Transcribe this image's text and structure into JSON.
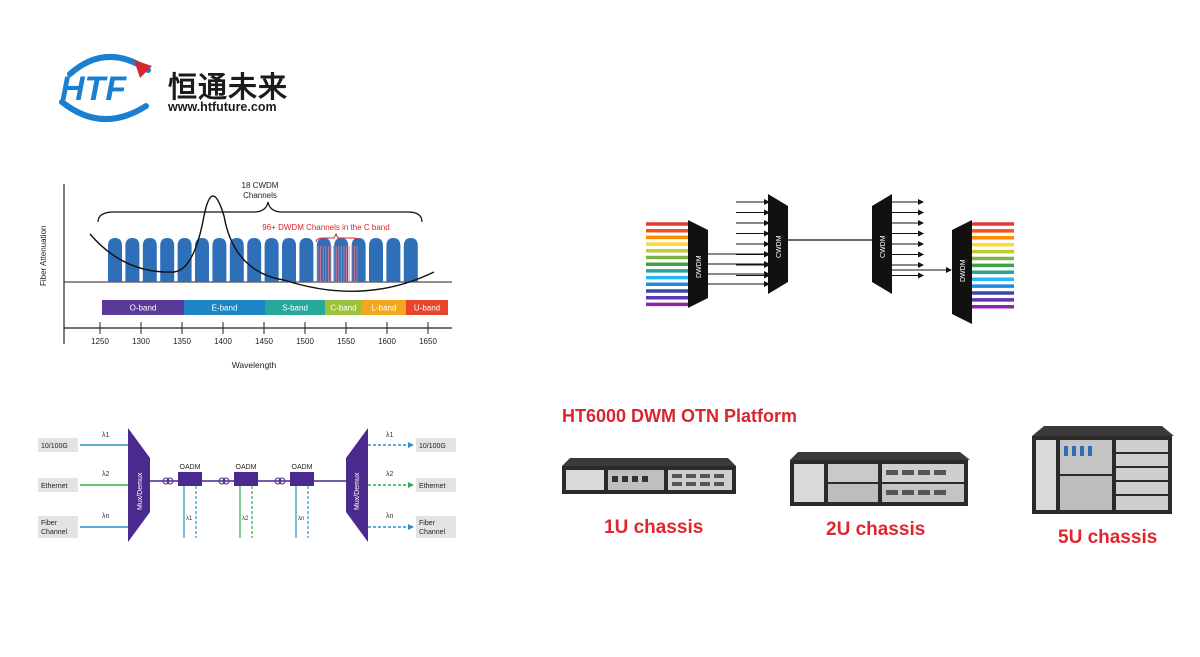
{
  "logo": {
    "mark": "HTF",
    "name_cn": "恒通未来",
    "url": "www.htfuture.com"
  },
  "spectrum": {
    "ylabel": "Fiber Attenuation",
    "xlabel": "Wavelength",
    "cwdm_label_line1": "18 CWDM",
    "cwdm_label_line2": "Channels",
    "dwdm_label": "96+ DWDM Channels in the C band",
    "ticks": [
      "1250",
      "1300",
      "1350",
      "1400",
      "1450",
      "1500",
      "1550",
      "1600",
      "1650"
    ],
    "bands": [
      {
        "label": "O-band",
        "color": "#5a3b98"
      },
      {
        "label": "E-band",
        "color": "#1e86c6"
      },
      {
        "label": "S-band",
        "color": "#28a89b"
      },
      {
        "label": "C-band",
        "color": "#9cc33b"
      },
      {
        "label": "L-band",
        "color": "#f2a81d"
      },
      {
        "label": "U-band",
        "color": "#e8452c"
      }
    ]
  },
  "mux_diagram": {
    "dwdm_left": "DWDM",
    "cwdm_left": "CWDM",
    "cwdm_right": "CWDM",
    "dwdm_right": "DWDM"
  },
  "oadm": {
    "left_inputs": [
      "10/100G",
      "Ethernet",
      "Fiber Channel"
    ],
    "right_outputs": [
      "10/100G",
      "Ethernet",
      "Fiber Channel"
    ],
    "mux_left": "Mux/Demux",
    "mux_right": "Mux/Demux",
    "oadm_labels": [
      "OADM",
      "OADM",
      "OADM"
    ],
    "lambda_labels": [
      "λ1",
      "λ2",
      "λn"
    ]
  },
  "platform": {
    "title": "HT6000 DWM OTN Platform",
    "chassis": [
      "1U chassis",
      "2U chassis",
      "5U chassis"
    ]
  },
  "colors": {
    "accent_red": "#d8262e",
    "brand_blue": "#1b7fd0",
    "channel_blue": "#2f6fb8",
    "oadm_purple": "#4a2a8c"
  }
}
